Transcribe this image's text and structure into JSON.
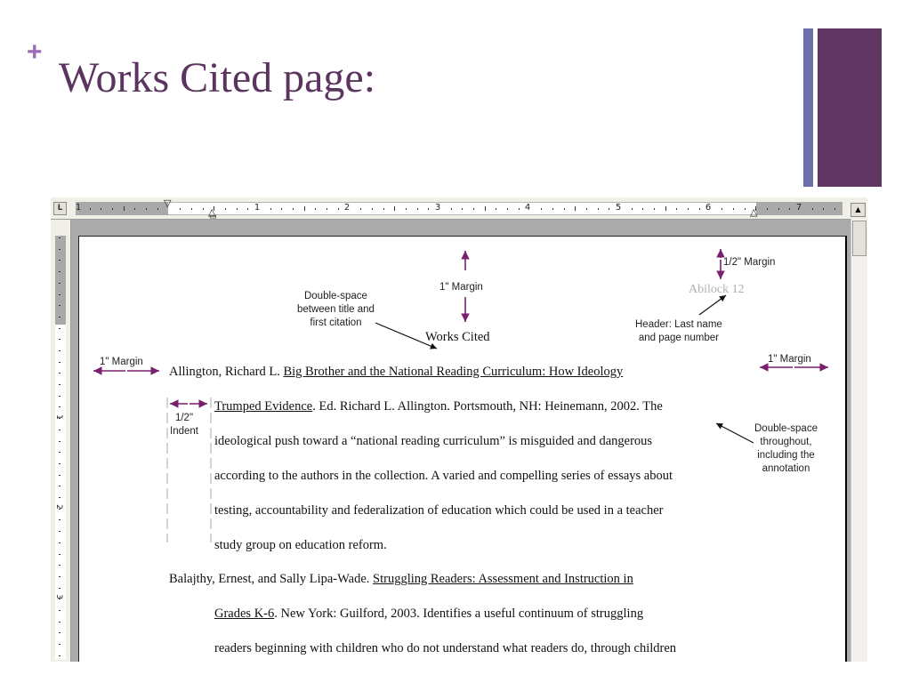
{
  "slide": {
    "bullet": "+",
    "title": "Works Cited page:"
  },
  "colors": {
    "title": "#5c3460",
    "bullet": "#9b6ab2",
    "arrow_purple": "#7a1f6e",
    "deco_thin": "#6b6eaa",
    "deco_thick": "#603562"
  },
  "ruler": {
    "corner_icon": "tab-stop-icon",
    "numbers": [
      "1",
      "1",
      "2",
      "3",
      "4",
      "5",
      "6",
      "7"
    ],
    "vertical_numbers": [
      "1",
      "2",
      "3"
    ]
  },
  "document": {
    "header": "Abilock 12",
    "page_title": "Works Cited",
    "entry1": {
      "line1_plain": "Allington, Richard L. ",
      "line1_title": "Big Brother and the National Reading Curriculum: How Ideology",
      "line2_title": "Trumped Evidence",
      "line2_rest": ". Ed. Richard L. Allington. Portsmouth, NH: Heinemann, 2002. The",
      "line3": "ideological push toward a “national reading curriculum” is misguided and dangerous",
      "line4": "according to the authors in the collection.  A varied and compelling series of essays about",
      "line5": "testing, accountability and federalization of education which could be used in a teacher",
      "line6": "study group on education reform."
    },
    "entry2": {
      "line1_plain": "Balajthy, Ernest, and Sally Lipa-Wade. ",
      "line1_title": "Struggling Readers: Assessment and Instruction in",
      "line2_title": "Grades K-6",
      "line2_rest": ". New York: Guilford, 2003. Identifies a useful continuum of struggling",
      "line3": "readers beginning with children who do not understand what readers do, through children"
    }
  },
  "annotations": {
    "top_margin": "1\" Margin",
    "half_margin": "1/2\" Margin",
    "double_space_title": [
      "Double-space",
      "between title and",
      "first citation"
    ],
    "header_note": [
      "Header: Last name",
      "and page number"
    ],
    "left_margin": "1\" Margin",
    "right_margin": "1\" Margin",
    "indent": [
      "1/2\"",
      "Indent"
    ],
    "double_space_throughout": [
      "Double-space",
      "throughout,",
      "including the",
      "annotation"
    ]
  }
}
